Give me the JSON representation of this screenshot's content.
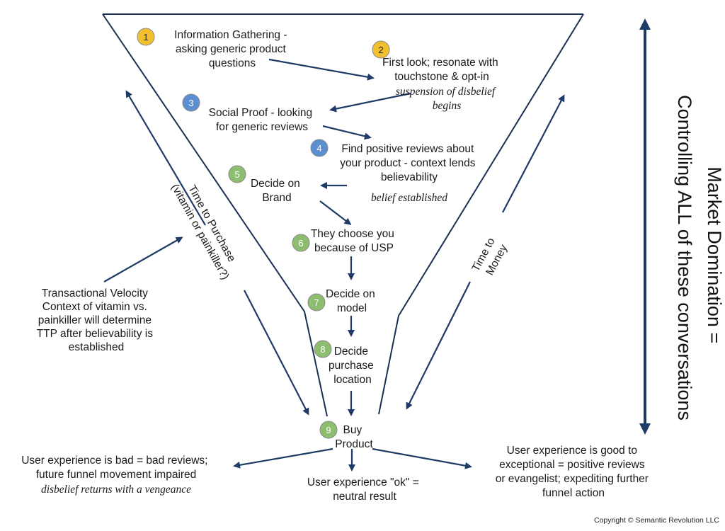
{
  "colors": {
    "funnel_outline": "#1b2f55",
    "arrow": "#1e3a66",
    "step_yellow": "#f2c02e",
    "step_blue": "#5b8fd1",
    "step_green": "#8dbd6e"
  },
  "steps": [
    {
      "number": "1",
      "color": "#f2c02e",
      "lines": [
        "Information Gathering -",
        "asking generic product",
        "questions"
      ]
    },
    {
      "number": "2",
      "color": "#f2c02e",
      "lines": [
        "First look; resonate with",
        "touchstone & opt-in"
      ],
      "note_lines": [
        "suspension of disbelief",
        "begins"
      ]
    },
    {
      "number": "3",
      "color": "#5b8fd1",
      "lines": [
        "Social Proof - looking",
        "for generic reviews"
      ]
    },
    {
      "number": "4",
      "color": "#5b8fd1",
      "lines": [
        "Find positive reviews about",
        "your product - context lends",
        "believability"
      ],
      "note_lines": [
        "belief established"
      ]
    },
    {
      "number": "5",
      "color": "#8dbd6e",
      "lines": [
        "Decide on",
        "Brand"
      ]
    },
    {
      "number": "6",
      "color": "#8dbd6e",
      "lines": [
        "They choose you",
        "because of USP"
      ]
    },
    {
      "number": "7",
      "color": "#8dbd6e",
      "lines": [
        "Decide on",
        "model"
      ]
    },
    {
      "number": "8",
      "color": "#8dbd6e",
      "lines": [
        "Decide",
        "purchase",
        "location"
      ]
    },
    {
      "number": "9",
      "color": "#8dbd6e",
      "lines": [
        "Buy",
        "Product"
      ]
    }
  ],
  "side_labels": {
    "time_to_purchase": [
      "Time to Purchase",
      "(vitamin or painkiller?)"
    ],
    "time_to_money": [
      "Time to",
      "Money"
    ],
    "market_domination": [
      "Market Domination =",
      "Controlling ALL of these conversations"
    ]
  },
  "notes": {
    "transactional_velocity": [
      "Transactional Velocity",
      "Context of vitamin vs.",
      "painkiller will determine",
      "TTP after believability is",
      "established"
    ]
  },
  "outcomes": {
    "bad": {
      "lines": [
        "User experience is bad = bad reviews;",
        "future funnel movement impaired"
      ],
      "note": "disbelief returns with a vengeance"
    },
    "ok": {
      "lines": [
        "User experience \"ok\" =",
        "neutral result"
      ]
    },
    "good": {
      "lines": [
        "User experience is good to",
        "exceptional = positive reviews",
        "or evangelist; expediting further",
        "funnel action"
      ]
    }
  },
  "copyright": "Copyright © Semantic Revolution LLC"
}
